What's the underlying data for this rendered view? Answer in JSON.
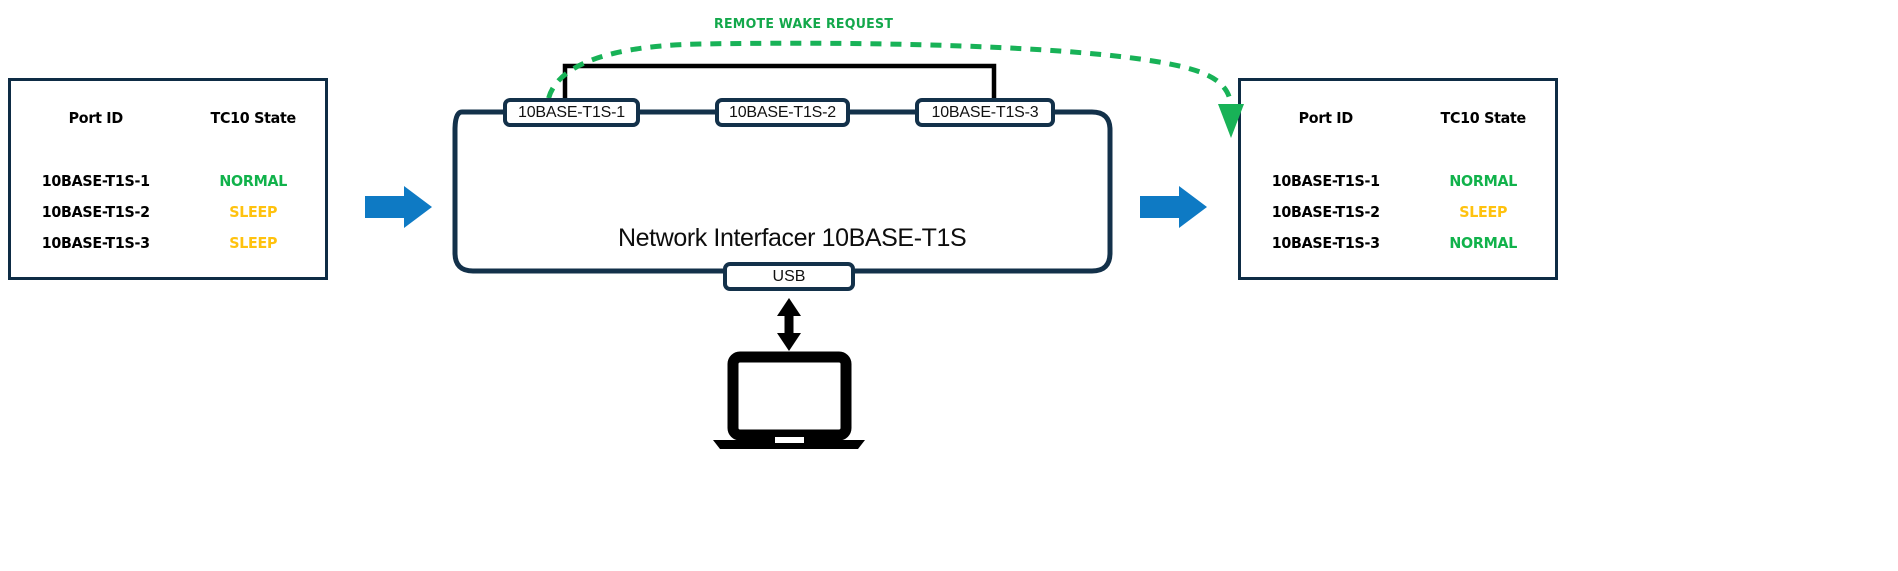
{
  "colors": {
    "navy": "#0e2c45",
    "box_border": "#13314a",
    "green": "#11b24b",
    "green_label": "#13a84b",
    "yellow": "#ffc20e",
    "blue_arrow": "#0e7ac4",
    "black": "#000000",
    "white": "#ffffff"
  },
  "left_panel": {
    "headers": [
      "Port ID",
      "TC10 State"
    ],
    "rows": [
      {
        "port": "10BASE-T1S-1",
        "state": "NORMAL",
        "state_kind": "normal"
      },
      {
        "port": "10BASE-T1S-2",
        "state": "SLEEP",
        "state_kind": "sleep"
      },
      {
        "port": "10BASE-T1S-3",
        "state": "SLEEP",
        "state_kind": "sleep"
      }
    ]
  },
  "right_panel": {
    "headers": [
      "Port ID",
      "TC10 State"
    ],
    "rows": [
      {
        "port": "10BASE-T1S-1",
        "state": "NORMAL",
        "state_kind": "normal"
      },
      {
        "port": "10BASE-T1S-2",
        "state": "SLEEP",
        "state_kind": "sleep"
      },
      {
        "port": "10BASE-T1S-3",
        "state": "NORMAL",
        "state_kind": "normal"
      }
    ]
  },
  "diagram": {
    "wake_request_label": "REMOTE WAKE REQUEST",
    "device_label": "Network Interfacer 10BASE-T1S",
    "ports": [
      "10BASE-T1S-1",
      "10BASE-T1S-2",
      "10BASE-T1S-3"
    ],
    "usb_label": "USB",
    "host_icon": "laptop-icon",
    "left_transition_icon": "blue-right-arrow-icon",
    "right_transition_icon": "blue-right-arrow-icon",
    "usb_link_icon": "double-headed-vertical-arrow-icon",
    "wake_path_icon": "green-dashed-curved-arrow-icon"
  }
}
